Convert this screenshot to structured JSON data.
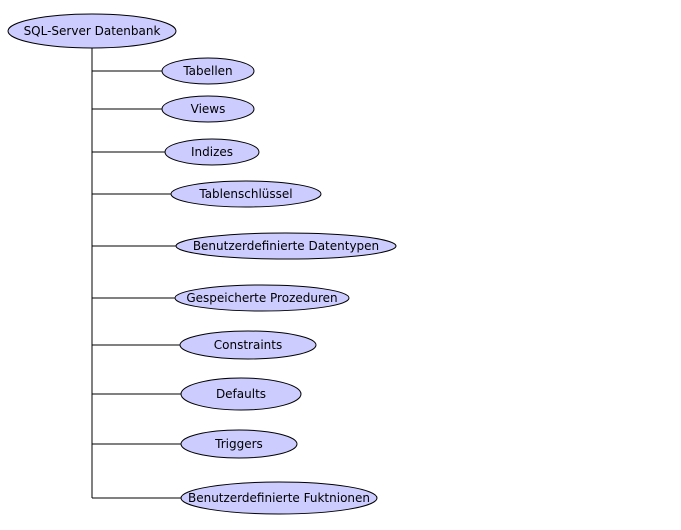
{
  "root": {
    "label": "SQL-Server Datenbank"
  },
  "children": [
    {
      "label": "Tabellen"
    },
    {
      "label": "Views"
    },
    {
      "label": "Indizes"
    },
    {
      "label": "Tablenschlüssel"
    },
    {
      "label": "Benutzerdefinierte Datentypen"
    },
    {
      "label": "Gespeicherte Prozeduren"
    },
    {
      "label": "Constraints"
    },
    {
      "label": "Defaults"
    },
    {
      "label": "Triggers"
    },
    {
      "label": "Benutzerdefinierte Fuktnionen"
    }
  ],
  "colors": {
    "node_fill": "#ccccff",
    "node_stroke": "#000000",
    "line": "#000000"
  }
}
